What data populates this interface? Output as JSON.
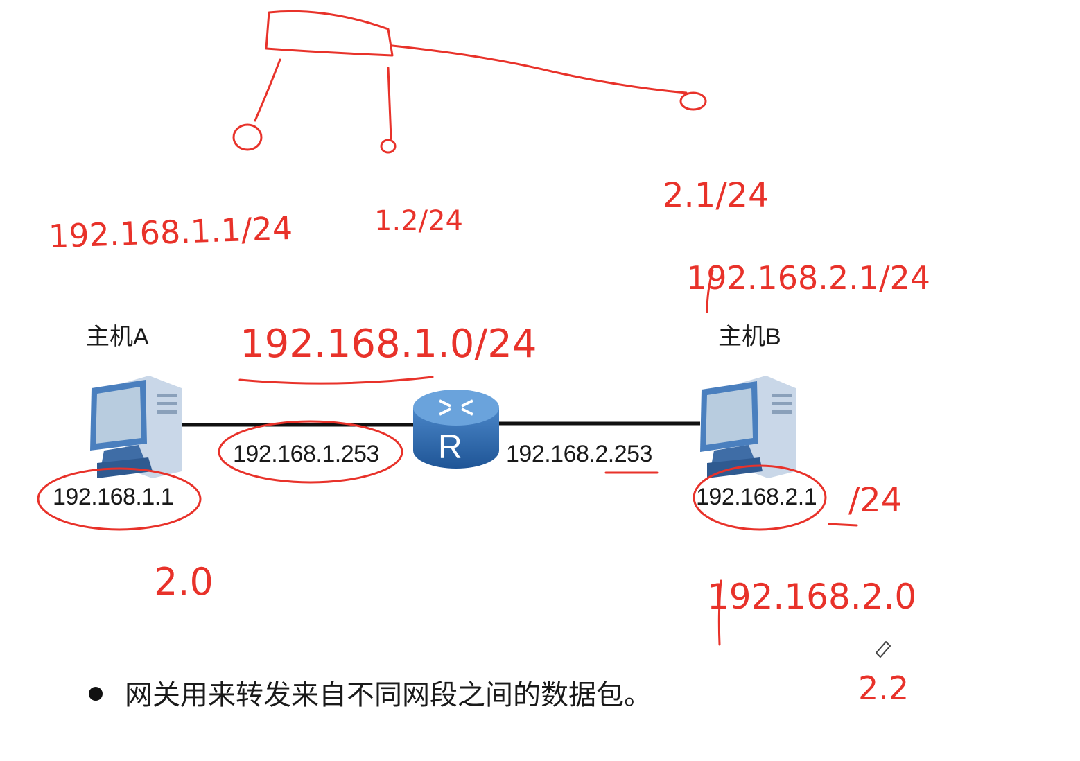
{
  "diagram": {
    "host_a": {
      "title": "主机A",
      "ip": "192.168.1.1"
    },
    "host_b": {
      "title": "主机B",
      "ip": "192.168.2.1"
    },
    "router": {
      "letter": "R",
      "left_interface_ip": "192.168.1.253",
      "right_interface_ip": "192.168.2.253"
    },
    "bullet_text": "网关用来转发来自不同网段之间的数据包。"
  },
  "handwritten": {
    "host_a_addr": "192.168.1.1/24",
    "mid_addr": "1.2/24",
    "right_top_addr": "2.1/24",
    "host_b_addr": "192.168.2.1/24",
    "network_1": "192.168.1.0/24",
    "suffix_24": "/24",
    "left_2_0": "2.0",
    "network_2": "192.168.2.0",
    "bottom_2_2": "2.2"
  },
  "colors": {
    "annotation": "#e8322a",
    "monitor": "#5b8fc8",
    "router": "#2f6db0",
    "text": "#1a1a1a"
  },
  "icons": [
    "computer-icon",
    "router-icon",
    "pencil-cursor-icon"
  ]
}
